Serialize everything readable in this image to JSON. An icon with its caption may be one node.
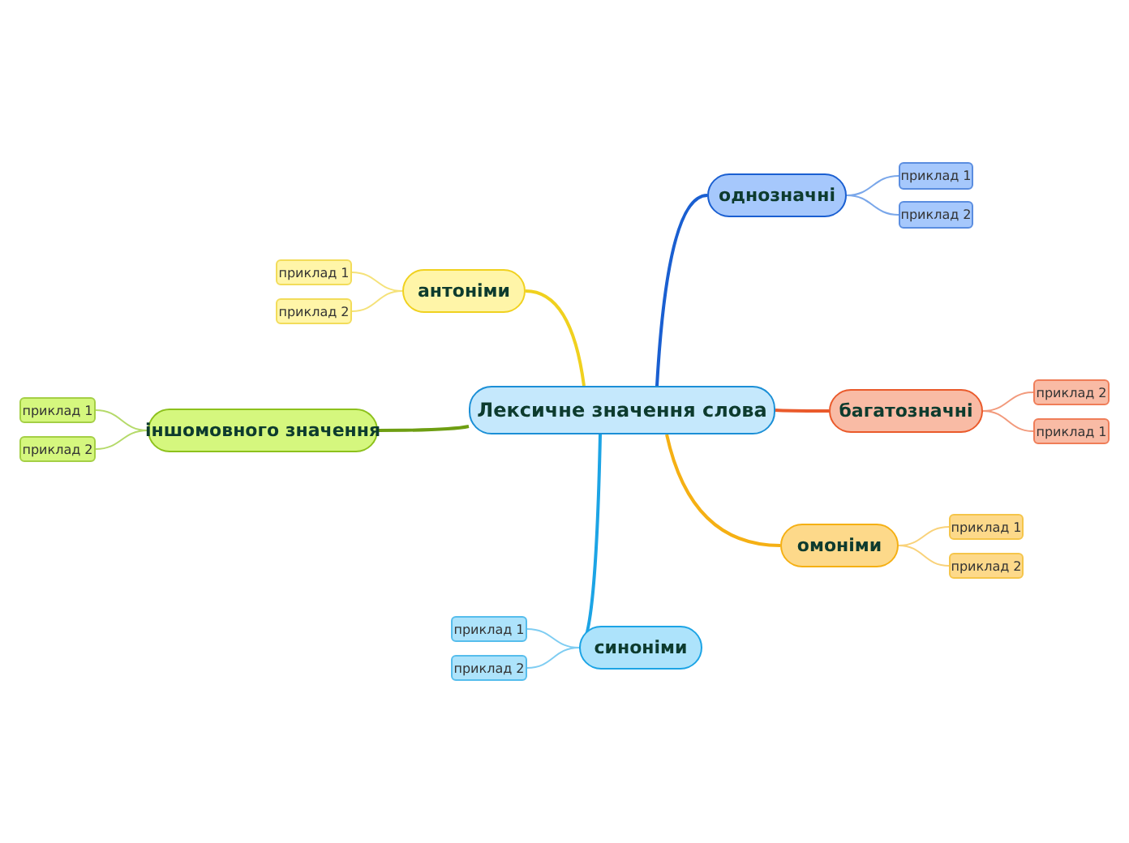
{
  "diagram": {
    "nodes": [
      {
        "text": [
          "Лексичне значення слова"
        ]
      },
      {
        "text": [
          "однозначні"
        ]
      },
      {
        "text": [
          "приклад  1"
        ]
      },
      {
        "text": [
          "приклад  2"
        ]
      },
      {
        "text": [
          "багатозначні"
        ]
      },
      {
        "text": [
          "приклад 2"
        ]
      },
      {
        "text": [
          "приклад 1"
        ]
      },
      {
        "text": [
          "омоніми"
        ]
      },
      {
        "text": [
          "приклад 1"
        ]
      },
      {
        "text": [
          "приклад 2"
        ]
      },
      {
        "text": [
          "синоніми"
        ]
      },
      {
        "text": [
          "приклад 1"
        ]
      },
      {
        "text": [
          "приклад 2"
        ]
      },
      {
        "text": [
          "антоніми"
        ]
      },
      {
        "text": [
          "приклад 1"
        ]
      },
      {
        "text": [
          "приклад 2"
        ]
      },
      {
        "text": [
          "іншомовного значення"
        ]
      },
      {
        "text": [
          "приклад 1"
        ]
      },
      {
        "text": [
          "приклад 2"
        ]
      }
    ],
    "edges": [
      {
        "from": 0,
        "to": 1,
        "arrow": "none",
        "color": "#1a5fd1"
      },
      {
        "from": 1,
        "to": 2,
        "arrow": "none",
        "color": "#7aa7ea"
      },
      {
        "from": 1,
        "to": 3,
        "arrow": "none",
        "color": "#7aa7ea"
      },
      {
        "from": 0,
        "to": 4,
        "arrow": "none",
        "color": "#ea5a2b"
      },
      {
        "from": 4,
        "to": 5,
        "arrow": "none",
        "color": "#f29a7c"
      },
      {
        "from": 4,
        "to": 6,
        "arrow": "none",
        "color": "#f29a7c"
      },
      {
        "from": 0,
        "to": 7,
        "arrow": "none",
        "color": "#f5b014"
      },
      {
        "from": 7,
        "to": 8,
        "arrow": "none",
        "color": "#f9d27a"
      },
      {
        "from": 7,
        "to": 9,
        "arrow": "none",
        "color": "#f9d27a"
      },
      {
        "from": 0,
        "to": 10,
        "arrow": "none",
        "color": "#1ca4e5"
      },
      {
        "from": 10,
        "to": 11,
        "arrow": "none",
        "color": "#7fcdf2"
      },
      {
        "from": 10,
        "to": 12,
        "arrow": "none",
        "color": "#7fcdf2"
      },
      {
        "from": 0,
        "to": 13,
        "arrow": "none",
        "color": "#f0d11f"
      },
      {
        "from": 13,
        "to": 14,
        "arrow": "none",
        "color": "#f5e27a"
      },
      {
        "from": 13,
        "to": 15,
        "arrow": "none",
        "color": "#f5e27a"
      },
      {
        "from": 0,
        "to": 16,
        "arrow": "none",
        "color": "#6e9e12"
      },
      {
        "from": 16,
        "to": 17,
        "arrow": "none",
        "color": "#b5da6a"
      },
      {
        "from": 16,
        "to": 18,
        "arrow": "none",
        "color": "#b5da6a"
      }
    ]
  }
}
